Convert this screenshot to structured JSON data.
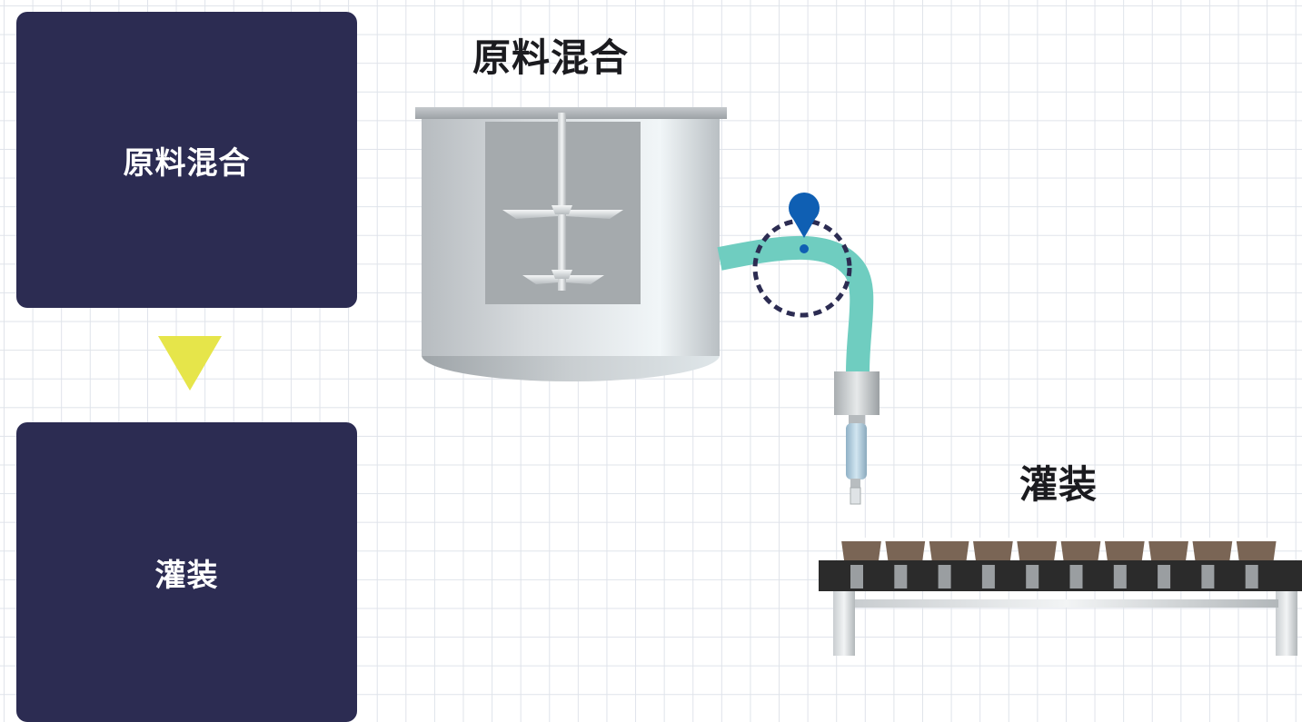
{
  "steps": [
    {
      "label": "原料混合"
    },
    {
      "label": "灌装"
    }
  ],
  "scene": {
    "mix_label": "原料混合",
    "fill_label": "灌装"
  },
  "icons": {
    "flow_arrow": "down-triangle-icon",
    "location_marker": "map-pin-icon"
  },
  "colors": {
    "card_bg": "#2c2c52",
    "arrow": "#e6e54a",
    "pipe": "#6fcdc0",
    "marker": "#0f5fb3",
    "highlight_ring": "#2c2c52",
    "grid": "#dfe3ea",
    "cup": "#7a6555",
    "conveyor": "#2b2b2b"
  },
  "conveyor": {
    "cup_count": 10
  }
}
